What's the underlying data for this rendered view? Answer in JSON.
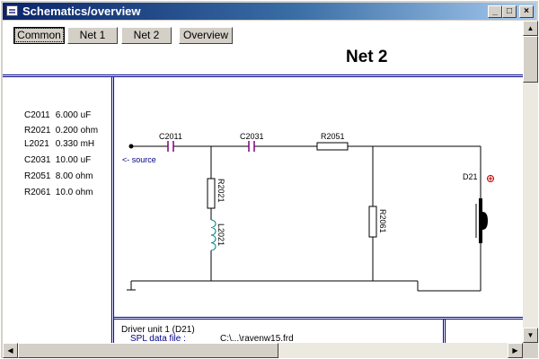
{
  "window": {
    "title": "Schematics/overview",
    "minimize": "_",
    "maximize": "□",
    "close": "×"
  },
  "toolbar": {
    "buttons": [
      "Common",
      "Net 1",
      "Net 2",
      "Overview"
    ],
    "active": "Common"
  },
  "page_title": "Net 2",
  "legend": [
    {
      "name": "C2011",
      "value": "6.000 uF"
    },
    {
      "name": "R2021",
      "value": "0.200 ohm"
    },
    {
      "name": "L2021",
      "value": "0.330 mH"
    },
    {
      "name": "C2031",
      "value": "10.00 uF"
    },
    {
      "name": "R2051",
      "value": "8.00 ohm"
    },
    {
      "name": "R2061",
      "value": "10.0 ohm"
    }
  ],
  "schematic": {
    "c2011": "C2011",
    "c2031": "C2031",
    "r2051": "R2051",
    "r2021": "R2021",
    "l2021": "L2021",
    "r2061": "R2061",
    "d21": "D21",
    "source": "<- source"
  },
  "info": {
    "driver": "Driver unit 1 (D21)",
    "spl_label": "SPL data file :",
    "spl_path": "C:\\...\\ravenw15.frd"
  },
  "scroll": {
    "up": "▲",
    "down": "▼",
    "left": "◀",
    "right": "▶"
  },
  "colors": {
    "title_gradient_start": "#0a246a",
    "frame_line": "#00008b",
    "capacitor": "#800080",
    "inductor": "#008080"
  }
}
